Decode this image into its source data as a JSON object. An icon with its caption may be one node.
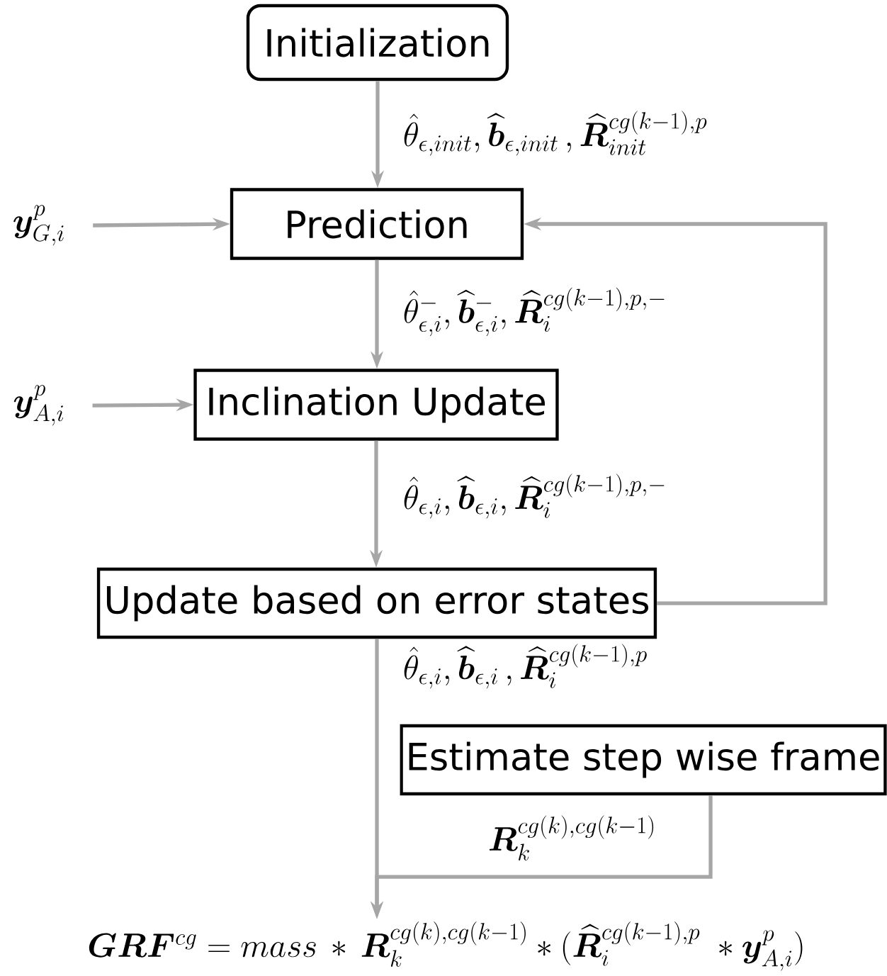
{
  "diagram": {
    "nodes": [
      {
        "text": [
          "Initialization"
        ]
      },
      {
        "text": [
          "\\boldsymbol{y}_{G,i}^{p}"
        ]
      },
      {
        "text": [
          "Prediction"
        ]
      },
      {
        "text": [
          "\\boldsymbol{y}_{A,i}^{p}"
        ]
      },
      {
        "text": [
          "Inclination Update"
        ]
      },
      {
        "text": [
          "Update based on error states"
        ]
      },
      {
        "text": [
          "Estimate step wise frame"
        ]
      },
      {
        "text": [
          "\\boldsymbol{GRF}^{cg} = mass\\, *\\, \\boldsymbol{R}_{k}^{cg(k),cg(k-1)} * (\\widehat{\\boldsymbol{R}}_{i}^{cg(k-1),p}\\; * \\boldsymbol{y}_{A,i}^{p})"
        ]
      }
    ],
    "edges": [
      {
        "from": 0,
        "to": 2,
        "arrow": "to",
        "label": "\\hat{\\theta}_{\\epsilon,init}, \\widehat{\\boldsymbol{b}}_{\\epsilon,init}\\,, \\widehat{\\boldsymbol{R}}_{init}^{cg(k-1),p}"
      },
      {
        "from": 1,
        "to": 2,
        "arrow": "to"
      },
      {
        "from": 2,
        "to": 4,
        "arrow": "to",
        "label": "\\hat{\\theta}_{\\epsilon,i}^{-}, \\widehat{\\boldsymbol{b}}_{\\epsilon,i}^{-}, \\widehat{\\boldsymbol{R}}_{i}^{cg(k-1),p,-}"
      },
      {
        "from": 3,
        "to": 4,
        "arrow": "to"
      },
      {
        "from": 4,
        "to": 5,
        "arrow": "to",
        "label": "\\hat{\\theta}_{\\epsilon,i}, \\widehat{\\boldsymbol{b}}_{\\epsilon,i}, \\widehat{\\boldsymbol{R}}_{i}^{cg(k-1),p,-}"
      },
      {
        "from": 5,
        "to": 2,
        "arrow": "to"
      },
      {
        "from": 5,
        "to": 7,
        "arrow": "to",
        "label": "\\hat{\\theta}_{\\epsilon,i}, \\widehat{\\boldsymbol{b}}_{\\epsilon,i}\\,, \\widehat{\\boldsymbol{R}}_{i}^{cg(k-1),p}"
      },
      {
        "from": 6,
        "to": 7,
        "arrow": "to",
        "label": "\\boldsymbol{R}_{k}^{cg(k),cg(k-1)}"
      }
    ]
  }
}
